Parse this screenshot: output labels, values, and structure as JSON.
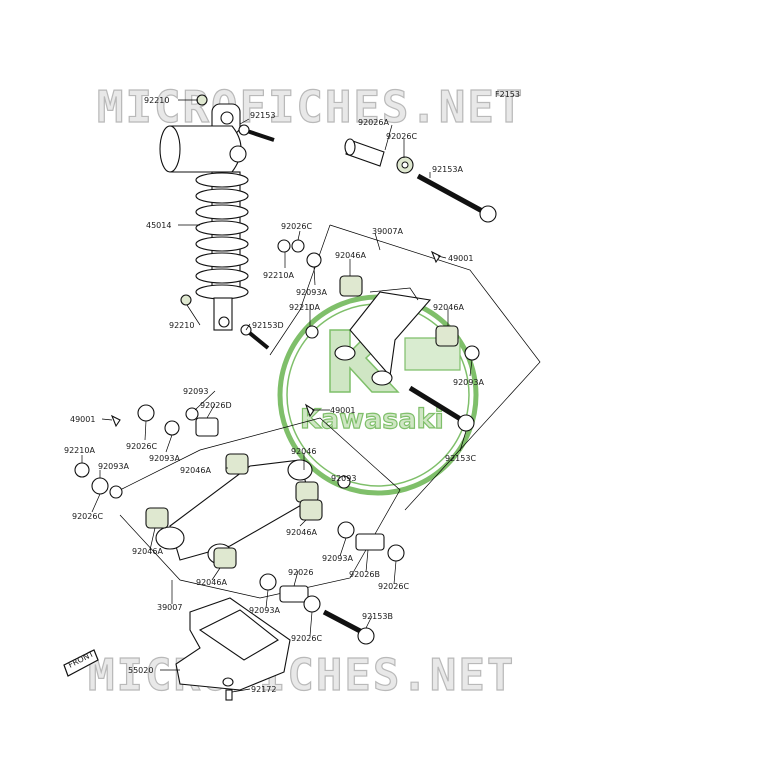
{
  "watermark": {
    "top": "MICROFICHES.NET",
    "bottom": "MICROFICHES.NET"
  },
  "logo": {
    "text": "Kawasaki"
  },
  "diagram_id": "F2153",
  "front_marker": "FRONT",
  "colors": {
    "line": "#000000",
    "logo": "#7fbf6a",
    "part_fill": "#ffffff",
    "watermark": "#b9b9b9"
  },
  "parts": [
    "92210",
    "92153",
    "92026A",
    "92026C",
    "92153A",
    "45014",
    "92026C",
    "39007A",
    "49001",
    "92046A",
    "92210A",
    "92093A",
    "92210A",
    "92046A",
    "92210",
    "92153D",
    "92093A",
    "92093",
    "92026D",
    "49001",
    "92153C",
    "49001",
    "92026C",
    "92093A",
    "92046A",
    "92046",
    "92093",
    "92210A",
    "92093A",
    "92026C",
    "92046A",
    "92046A",
    "92093A",
    "92046A",
    "92026B",
    "92026",
    "92026C",
    "39007",
    "92093A",
    "92026C",
    "92153B",
    "55020",
    "92172"
  ]
}
